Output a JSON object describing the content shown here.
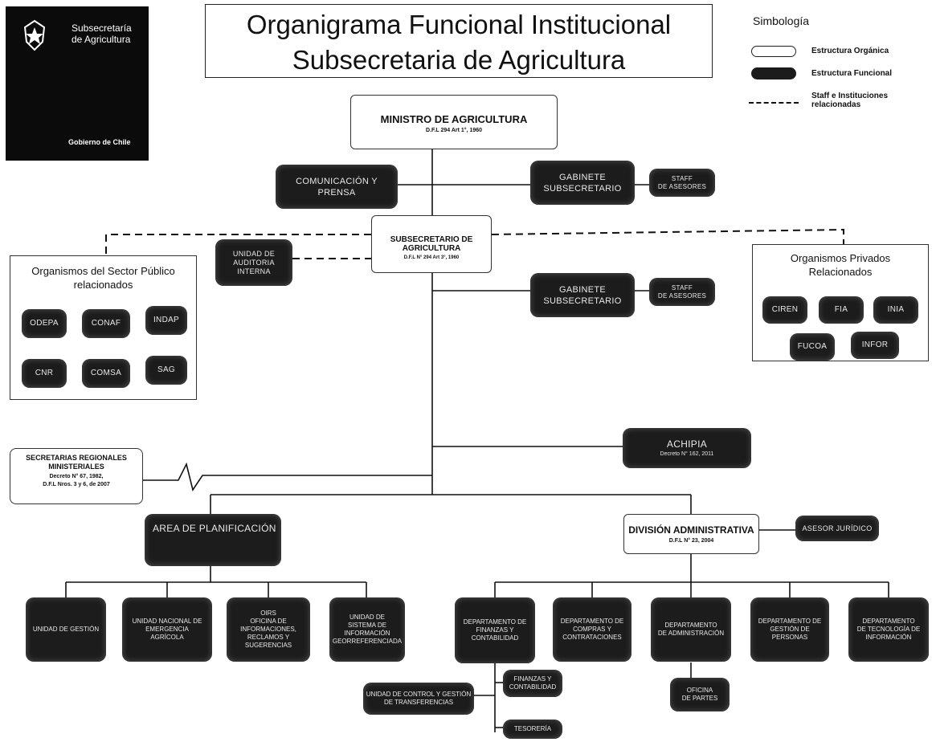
{
  "logo": {
    "line1": "Subsecretaría",
    "line2": "de Agricultura",
    "footer": "Gobierno de Chile"
  },
  "title": {
    "line1": "Organigrama Funcional Institucional",
    "line2": "Subsecretaria de Agricultura"
  },
  "legend": {
    "title": "Simbología",
    "organic": "Estructura Orgánica",
    "functional": "Estructura Funcional",
    "staff_line1": "Staff e Instituciones",
    "staff_line2": "relacionadas"
  },
  "minister": {
    "title": "MINISTRO DE AGRICULTURA",
    "sub": "D.F.L 294 Art 1°, 1960"
  },
  "comunicacion": {
    "line1": "COMUNICACIÓN Y",
    "line2": "PRENSA"
  },
  "gabinete1": {
    "line1": "GABINETE",
    "line2": "SUBSECRETARIO"
  },
  "staff1": {
    "line1": "STAFF",
    "line2": "DE ASESORES"
  },
  "subsecretario": {
    "title": "SUBSECRETARIO DE AGRICULTURA",
    "sub": "D.F.L N° 294 Art 3°, 1960"
  },
  "gabinete2": {
    "line1": "GABINETE",
    "line2": "SUBSECRETARIO"
  },
  "staff2": {
    "line1": "STAFF",
    "line2": "DE ASESORES"
  },
  "public_sector": {
    "title_line1": "Organismos del Sector Público",
    "title_line2": "relacionados",
    "items": [
      "ODEPA",
      "CONAF",
      "INDAP",
      "CNR",
      "COMSA",
      "SAG"
    ]
  },
  "private_sector": {
    "title_line1": "Organismos Privados",
    "title_line2": "Relacionados",
    "items": [
      "CIREN",
      "FIA",
      "INIA",
      "FUCOA",
      "INFOR"
    ]
  },
  "auditoria": {
    "line1": "UNIDAD DE",
    "line2": "AUDITORIA",
    "line3": "INTERNA"
  },
  "seremi": {
    "line1": "SECRETARIAS REGIONALES",
    "line2": "MINISTERIALES",
    "line3": "Decreto N° 67, 1982,",
    "line4": "D.F.L Nros. 3 y 6, de 2007"
  },
  "achipia": {
    "title": "ACHIPIA",
    "sub": "Decreto N° 162, 2011"
  },
  "planificacion": {
    "title": "AREA DE PLANIFICACIÓN"
  },
  "division": {
    "title": "DIVISIÓN ADMINISTRATIVA",
    "sub": "D.F.L N° 23, 2004"
  },
  "asesor": {
    "title": "ASESOR JURÍDICO"
  },
  "plan_units": [
    {
      "lines": [
        "UNIDAD DE GESTIÓN"
      ]
    },
    {
      "lines": [
        "UNIDAD NACIONAL DE",
        "EMERGENCIA",
        "AGRÍCOLA"
      ]
    },
    {
      "lines": [
        "OIRS",
        "OFICINA DE",
        "INFORMACIONES,",
        "RECLAMOS Y",
        "SUGERENCIAS"
      ]
    },
    {
      "lines": [
        "UNIDAD DE",
        "SISTEMA DE",
        "INFORMACIÓN",
        "GEORREFERENCIADA"
      ]
    }
  ],
  "depts": [
    {
      "lines": [
        "DEPARTAMENTO DE",
        "FINANZAS Y",
        "CONTABILIDAD"
      ]
    },
    {
      "lines": [
        "DEPARTAMENTO DE",
        "COMPRAS Y",
        "CONTRATACIONES"
      ]
    },
    {
      "lines": [
        "DEPARTAMENTO",
        "DE ADMINISTRACIÓN"
      ]
    },
    {
      "lines": [
        "DEPARTAMENTO DE",
        "GESTIÓN DE",
        "PERSONAS"
      ]
    },
    {
      "lines": [
        "DEPARTAMENTO",
        "DE TECNOLOGÍA DE",
        "INFORMACIÓN"
      ]
    }
  ],
  "control_unit": {
    "line1": "UNIDAD DE CONTROL Y GESTIÓN",
    "line2": "DE TRANSFERENCIAS"
  },
  "finanzas_sub": {
    "line1": "FINANZAS Y",
    "line2": "CONTABILIDAD"
  },
  "tesoreria": {
    "title": "TESORERÍA"
  },
  "oficina_partes": {
    "line1": "OFICINA",
    "line2": "DE PARTES"
  }
}
